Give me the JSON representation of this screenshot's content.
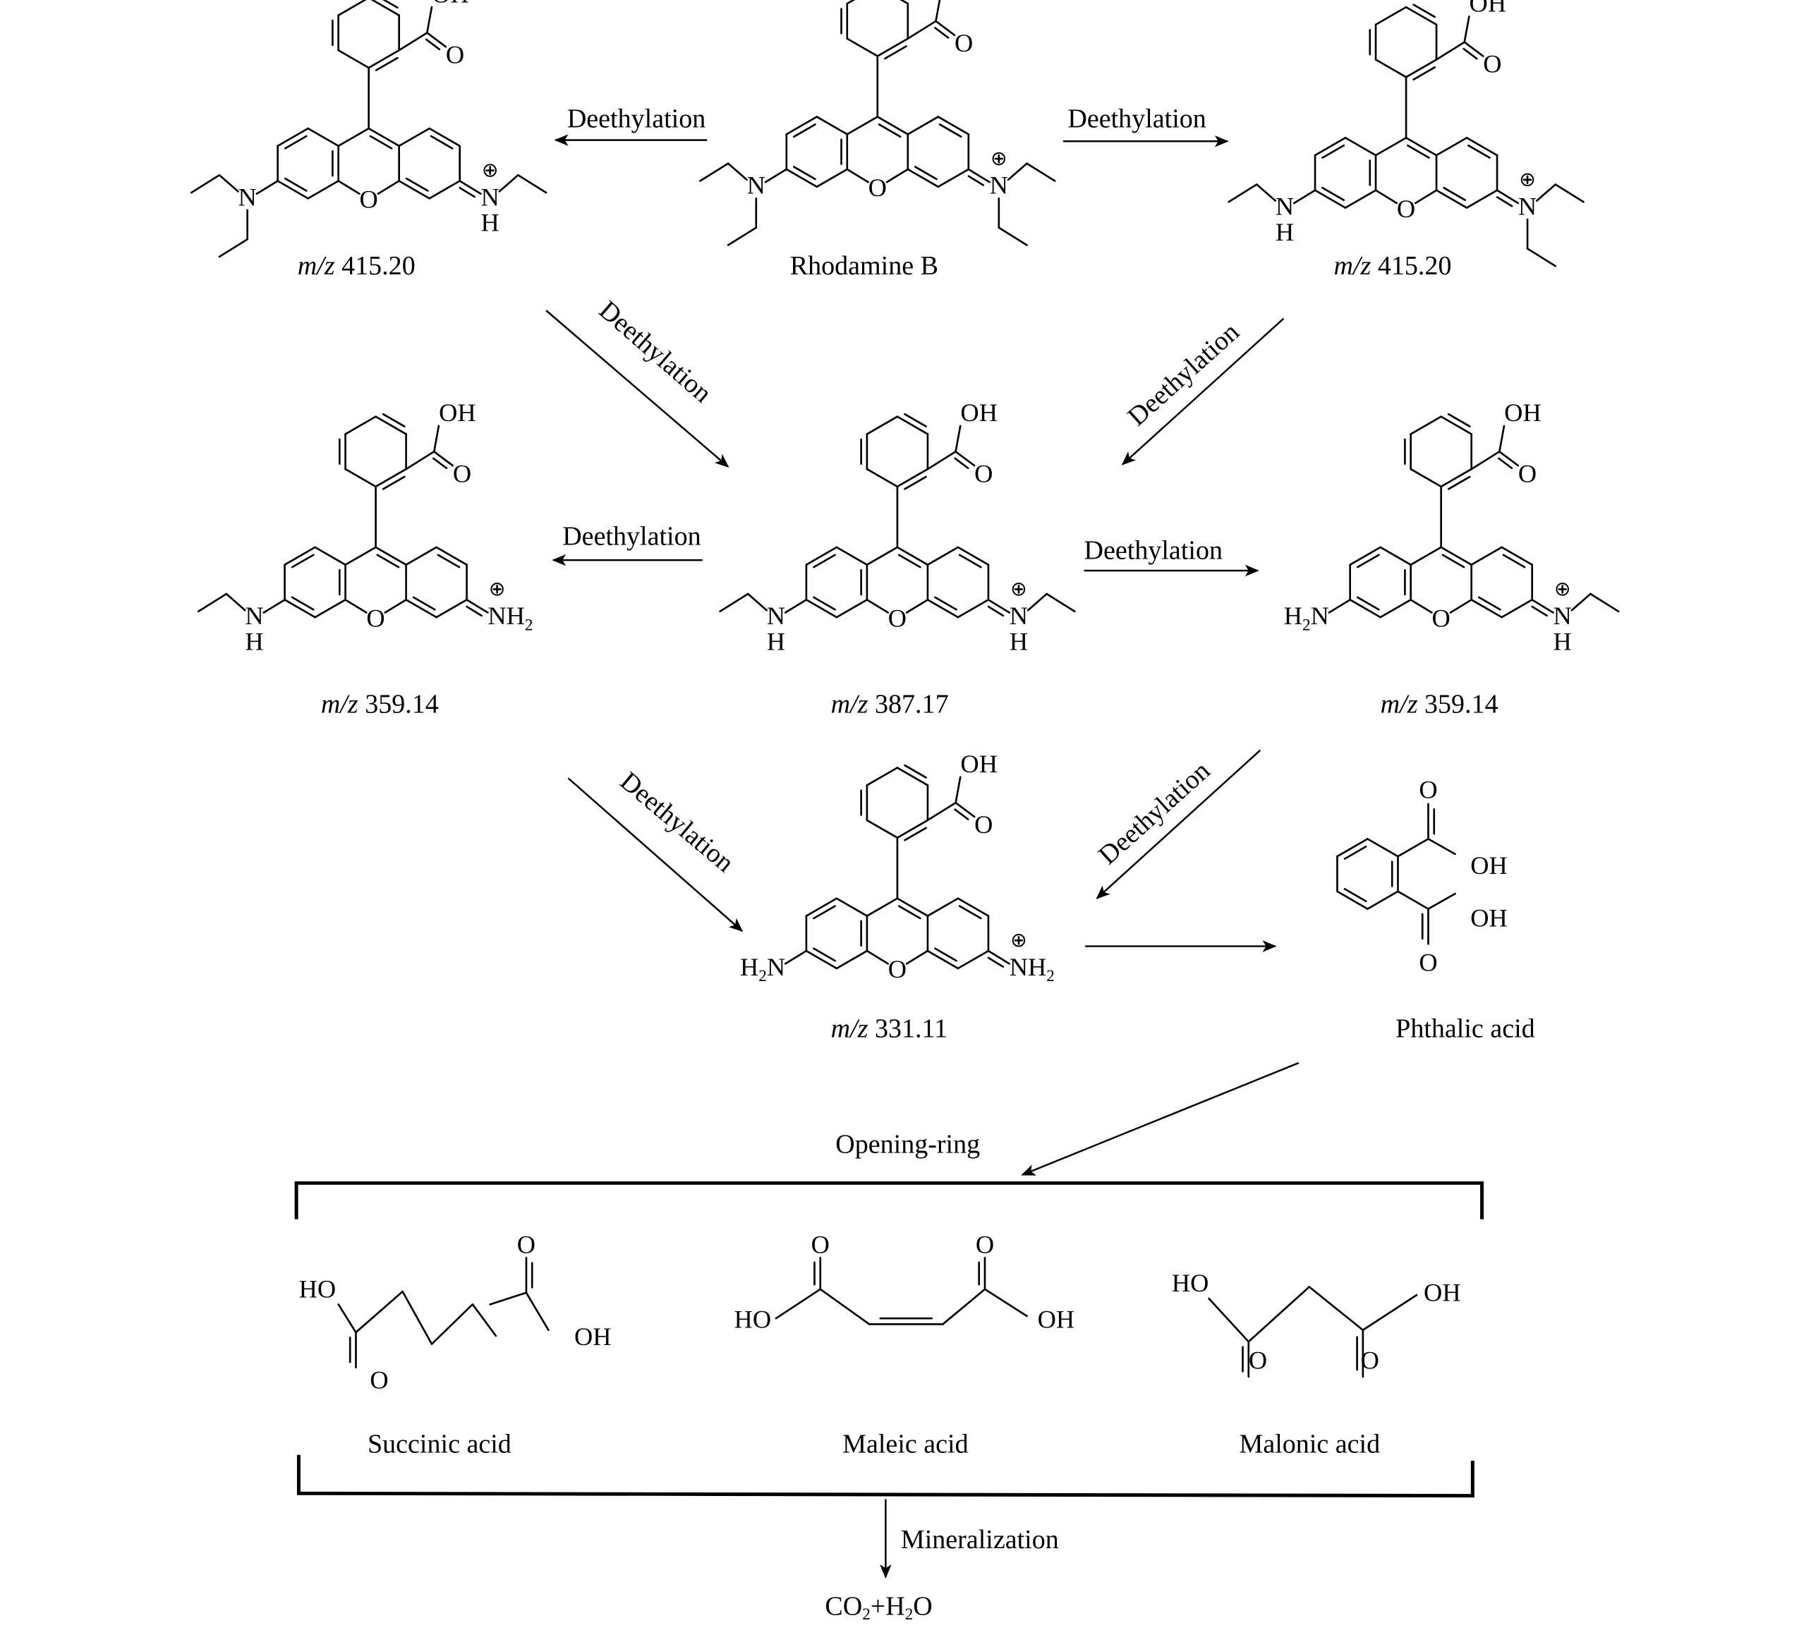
{
  "figure": {
    "title": "Rhodamine B degradation pathway",
    "compounds": [
      {
        "id": "rhb",
        "name": "Rhodamine B",
        "left_n": "NEt2",
        "right_n": "N+Et2"
      },
      {
        "id": "p415a",
        "name": "m/z 415.20",
        "mz_prefix": "m/z",
        "mz_value": "415.20",
        "left_n": "NEt2",
        "right_n": "N+HEt"
      },
      {
        "id": "p415b",
        "name": "m/z 415.20",
        "mz_prefix": "m/z",
        "mz_value": "415.20",
        "left_n": "NHEt",
        "right_n": "N+Et2"
      },
      {
        "id": "p359a",
        "name": "m/z 359.14",
        "mz_prefix": "m/z",
        "mz_value": "359.14",
        "left_n": "NHEt",
        "right_n": "N+H2"
      },
      {
        "id": "p387",
        "name": "m/z 387.17",
        "mz_prefix": "m/z",
        "mz_value": "387.17",
        "left_n": "NHEt",
        "right_n": "N+HEt"
      },
      {
        "id": "p359b",
        "name": "m/z 359.14",
        "mz_prefix": "m/z",
        "mz_value": "359.14",
        "left_n": "NH2",
        "right_n": "N+HEt"
      },
      {
        "id": "p331",
        "name": "m/z 331.11",
        "mz_prefix": "m/z",
        "mz_value": "331.11",
        "left_n": "NH2",
        "right_n": "N+H2"
      }
    ],
    "small_products": {
      "phthalic": "Phthalic acid",
      "succinic": "Succinic acid",
      "maleic": "Maleic acid",
      "malonic": "Malonic acid",
      "final": {
        "co": "CO",
        "co_sub": "2",
        "plus": "+H",
        "h_sub": "2",
        "o": "O"
      }
    },
    "steps": {
      "deethylation": "Deethylation",
      "opening_ring": "Opening-ring",
      "mineralization": "Mineralization"
    },
    "atoms": {
      "oh": "OH",
      "ho": "HO",
      "o": "O",
      "n": "N",
      "h": "H",
      "h2n": "H",
      "nh2": "NH",
      "sub2": "2",
      "plus": "+"
    }
  }
}
